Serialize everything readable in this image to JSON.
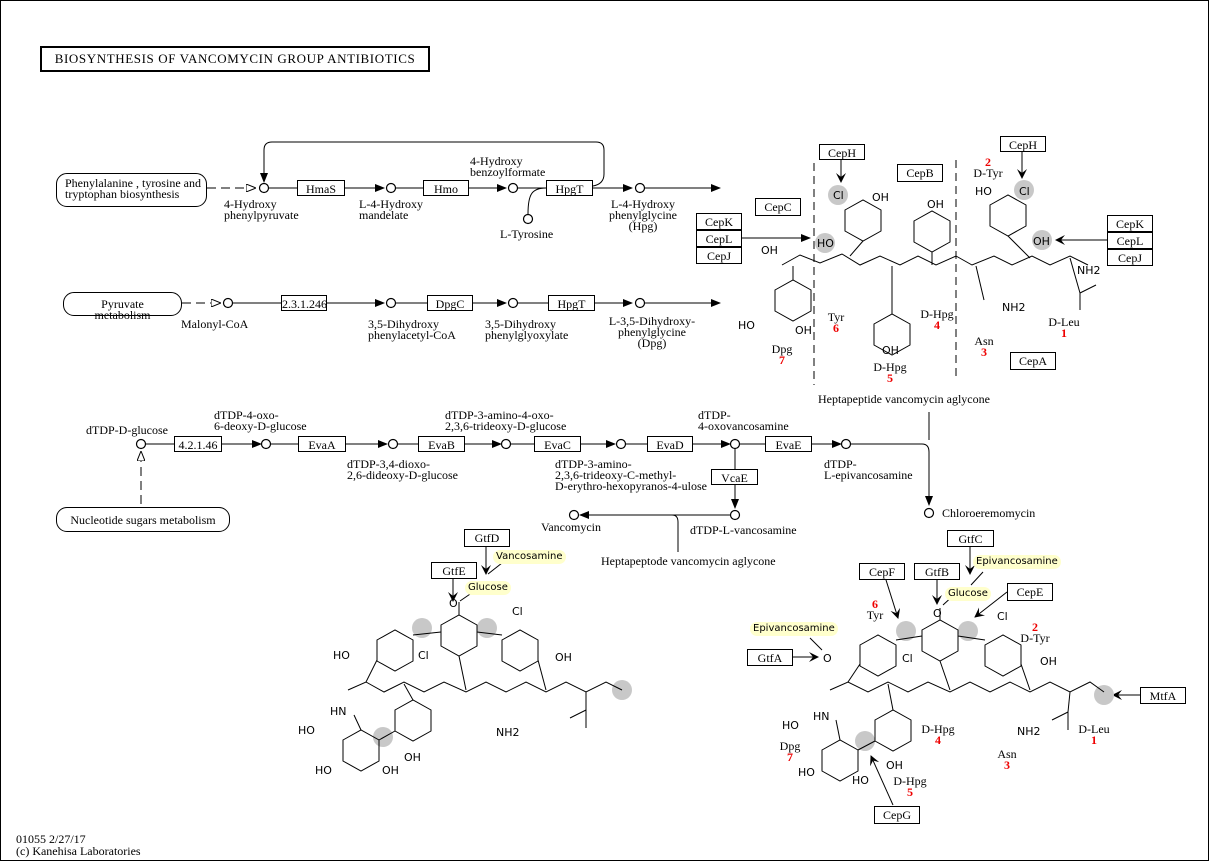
{
  "title": "BIOSYNTHESIS OF VANCOMYCIN GROUP ANTIBIOTICS",
  "footer": {
    "map_id_date": "01055 2/27/17",
    "copyright": "(c) Kanehisa Laboratories"
  },
  "maps": {
    "phe": "Phenylalanine , tyrosine and\ntryptophan biosynthesis",
    "pyruvate": "Pyruvate metabolism",
    "nucleotide": "Nucleotide sugars metabolism"
  },
  "compounds": {
    "hpp": "4-Hydroxy\nphenylpyruvate",
    "hmand": "L-4-Hydroxy\nmandelate",
    "hbf": "4-Hydroxy\nbenzoylformate",
    "ltyr": "L-Tyrosine",
    "hpg": "L-4-Hydroxy\nphenylglycine\n(Hpg)",
    "malonyl": "Malonyl-CoA",
    "dhpacoa": "3,5-Dihydroxy\nphenylacetyl-CoA",
    "dhpglyox": "3,5-Dihydroxy\nphenylglyoxylate",
    "dpg": "L-3,5-Dihydroxy-\nphenylglycine\n(Dpg)",
    "dtdpglc": "dTDP-D-glucose",
    "oxo6deoxy": "dTDP-4-oxo-\n6-deoxy-D-glucose",
    "dioxo": "dTDP-3,4-dioxo-\n2,6-dideoxy-D-glucose",
    "amino4oxo": "dTDP-3-amino-4-oxo-\n2,3,6-trideoxy-D-glucose",
    "aminomethyl": "dTDP-3-amino-\n2,3,6-trideoxy-C-methyl-\nD-erythro-hexopyranos-4-ulose",
    "oxovanc": "dTDP-\n4-oxovancosamine",
    "epivanc": "dTDP-\nL-epivancosamine",
    "lvanc": "dTDP-L-vancosamine",
    "vancomycin": "Vancomycin",
    "chloroeremomycin": "Chloroeremomycin",
    "hepta1": "Heptapeptide vancomycin aglycone",
    "hepta2": "Heptapeptode vancomycin aglycone"
  },
  "enzymes": {
    "hmas": "HmaS",
    "hmo": "Hmo",
    "hpgt1": "HpgT",
    "ec23": "2.3.1.246",
    "dpgc": "DpgC",
    "hpgt2": "HpgT",
    "cepk1": "CepK",
    "cepl1": "CepL",
    "cepj1": "CepJ",
    "cepc": "CepC",
    "ceph1": "CepH",
    "cepb": "CepB",
    "ceph2": "CepH",
    "cepk2": "CepK",
    "cepl2": "CepL",
    "cepj2": "CepJ",
    "cepa": "CepA",
    "ec42": "4.2.1.46",
    "evaa": "EvaA",
    "evab": "EvaB",
    "evac": "EvaC",
    "evad": "EvaD",
    "evae": "EvaE",
    "vcae": "VcaE",
    "gtfd": "GtfD",
    "gtfe": "GtfE",
    "gtfc": "GtfC",
    "gtfb": "GtfB",
    "cepf": "CepF",
    "cepe": "CepE",
    "gtfa": "GtfA",
    "cepg": "CepG",
    "mtfa": "MtfA"
  },
  "residues_top": [
    {
      "name": "Dpg",
      "num": "7"
    },
    {
      "name": "Tyr",
      "num": "6"
    },
    {
      "name": "D-Hpg",
      "num": "5"
    },
    {
      "name": "D-Hpg",
      "num": "4"
    },
    {
      "name": "Asn",
      "num": "3"
    },
    {
      "name": "D-Tyr",
      "num": "2"
    },
    {
      "name": "D-Leu",
      "num": "1"
    }
  ],
  "residues_bottom": [
    {
      "name": "Dpg",
      "num": "7"
    },
    {
      "name": "Tyr",
      "num": "6"
    },
    {
      "name": "D-Hpg",
      "num": "5"
    },
    {
      "name": "D-Hpg",
      "num": "4"
    },
    {
      "name": "Asn",
      "num": "3"
    },
    {
      "name": "D-Tyr",
      "num": "2"
    },
    {
      "name": "D-Leu",
      "num": "1"
    }
  ],
  "sugars": {
    "vancosamine": "Vancosamine",
    "glucose1": "Glucose",
    "epivanc1": "Epivancosamine",
    "glucose2": "Glucose",
    "epivanc2": "Epivancosamine"
  },
  "atoms": {
    "cl": "Cl",
    "oh": "OH",
    "ho": "HO",
    "o": "O",
    "nh2": "NH2",
    "h": "H",
    "n": "N",
    "hn": "HN"
  },
  "colors": {
    "residue_number": "#ee0000",
    "modification_site": "#c8c8c8",
    "sugar_highlight": "#ffffcc"
  }
}
